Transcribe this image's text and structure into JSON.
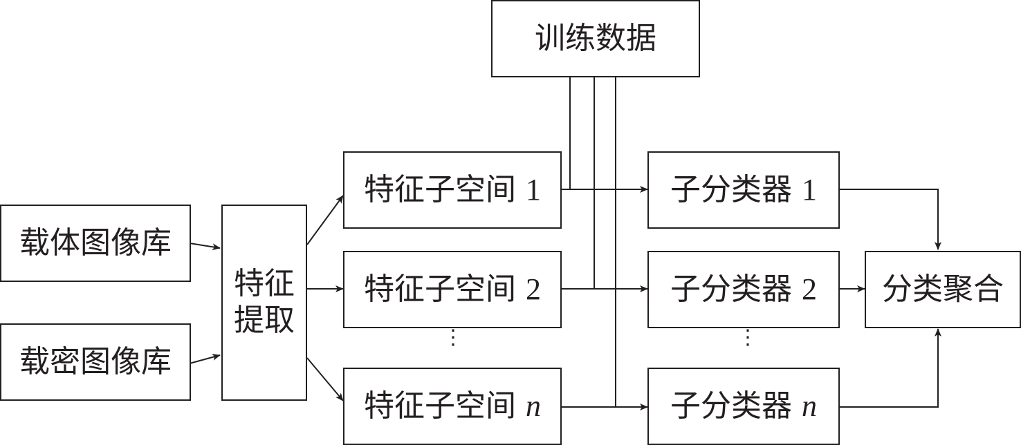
{
  "nodes": {
    "training_data": "训练数据",
    "cover_lib": "载体图像库",
    "stego_lib": "载密图像库",
    "feature_extract_line1": "特征",
    "feature_extract_line2": "提取",
    "subspace_prefix": "特征子空间",
    "subspace_idx": [
      "1",
      "2",
      "n"
    ],
    "classifier_prefix": "子分类器",
    "classifier_idx": [
      "1",
      "2",
      "n"
    ],
    "aggregation": "分类聚合"
  },
  "ellipsis": "⋮"
}
